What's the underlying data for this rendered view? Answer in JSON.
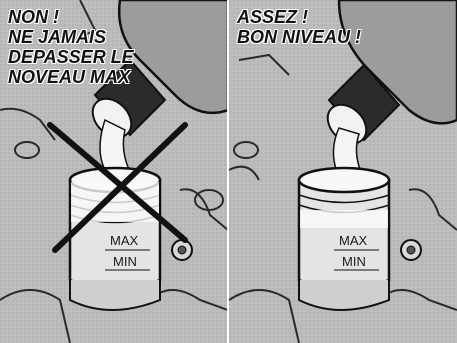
{
  "left_panel": {
    "caption_lines": [
      "NON !",
      "NE JAMAIS",
      "DEPASSER LE",
      "NOVEAU MAX"
    ],
    "max_label": "MAX",
    "min_label": "MIN"
  },
  "right_panel": {
    "caption_lines": [
      "ASSEZ !",
      "BON NIVEAU !"
    ],
    "max_label": "MAX",
    "min_label": "MIN"
  }
}
